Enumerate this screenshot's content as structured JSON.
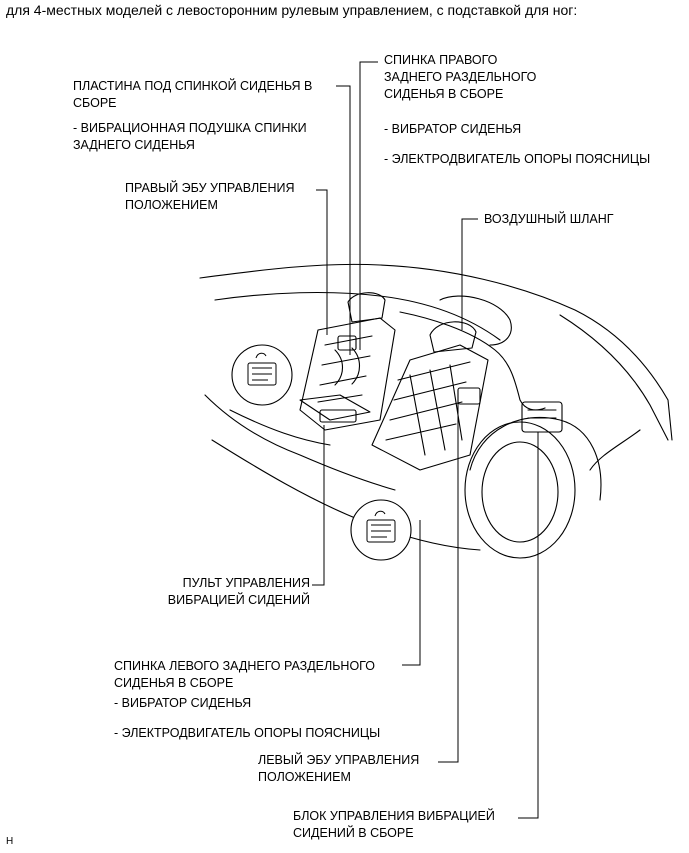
{
  "header": "для 4-местных моделей с левосторонним рулевым управлением, с подставкой для ног:",
  "footer_code": "H",
  "labels": {
    "rear_plate_assy": "ПЛАСТИНА ПОД СПИНКОЙ СИДЕНЬЯ В СБОРЕ",
    "rear_plate_cushion": "- ВИБРАЦИОННАЯ ПОДУШКА СПИНКИ ЗАДНЕГО СИДЕНЬЯ",
    "right_ecu": "ПРАВЫЙ ЭБУ УПРАВЛЕНИЯ ПОЛОЖЕНИЕМ",
    "right_seatback": "СПИНКА ПРАВОГО ЗАДНЕГО РАЗДЕЛЬНОГО СИДЕНЬЯ В СБОРЕ",
    "right_vibrator": "- ВИБРАТОР СИДЕНЬЯ",
    "right_lumbar_motor": "- ЭЛЕКТРОДВИГАТЕЛЬ ОПОРЫ ПОЯСНИЦЫ",
    "air_hose": "ВОЗДУШНЫЙ ШЛАНГ",
    "vibration_switch": "ПУЛЬТ УПРАВЛЕНИЯ ВИБРАЦИЕЙ СИДЕНИЙ",
    "left_seatback": "СПИНКА ЛЕВОГО ЗАДНЕГО РАЗДЕЛЬНОГО СИДЕНЬЯ В СБОРЕ",
    "left_vibrator": "- ВИБРАТОР СИДЕНЬЯ",
    "left_lumbar_motor": "- ЭЛЕКТРОДВИГАТЕЛЬ ОПОРЫ ПОЯСНИЦЫ",
    "left_ecu": "ЛЕВЫЙ ЭБУ УПРАВЛЕНИЯ ПОЛОЖЕНИЕМ",
    "vibration_ecu": "БЛОК УПРАВЛЕНИЯ ВИБРАЦИЕЙ СИДЕНИЙ В СБОРЕ"
  }
}
